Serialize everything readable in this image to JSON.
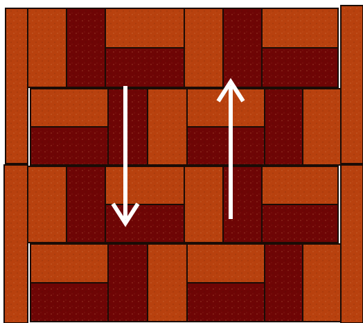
{
  "board": {
    "colors": {
      "light_brick": "#b8410e",
      "dark_brick": "#6e0505",
      "mortar": "#1a0c06",
      "arrow": "#ffffff"
    },
    "pattern": "basket-weave",
    "tiles": [
      {
        "orientation": "vertical-pair",
        "first": "light"
      },
      {
        "orientation": "horizontal-pair",
        "first": "light"
      },
      {
        "orientation": "vertical-pair",
        "first": "light"
      },
      {
        "orientation": "horizontal-pair",
        "first": "light"
      },
      {
        "orientation": "horizontal-pair",
        "first": "light"
      },
      {
        "orientation": "vertical-pair",
        "first": "dark"
      },
      {
        "orientation": "horizontal-pair",
        "first": "light"
      },
      {
        "orientation": "vertical-pair",
        "first": "dark"
      },
      {
        "orientation": "vertical-pair",
        "first": "light"
      },
      {
        "orientation": "horizontal-pair",
        "first": "light"
      },
      {
        "orientation": "vertical-pair",
        "first": "light"
      },
      {
        "orientation": "horizontal-pair",
        "first": "light"
      },
      {
        "orientation": "horizontal-pair",
        "first": "light"
      },
      {
        "orientation": "vertical-pair",
        "first": "dark"
      },
      {
        "orientation": "horizontal-pair",
        "first": "light"
      },
      {
        "orientation": "vertical-pair",
        "first": "dark"
      }
    ],
    "arrows": [
      {
        "name": "down-arrow",
        "direction": "down"
      },
      {
        "name": "up-arrow",
        "direction": "up"
      }
    ]
  }
}
